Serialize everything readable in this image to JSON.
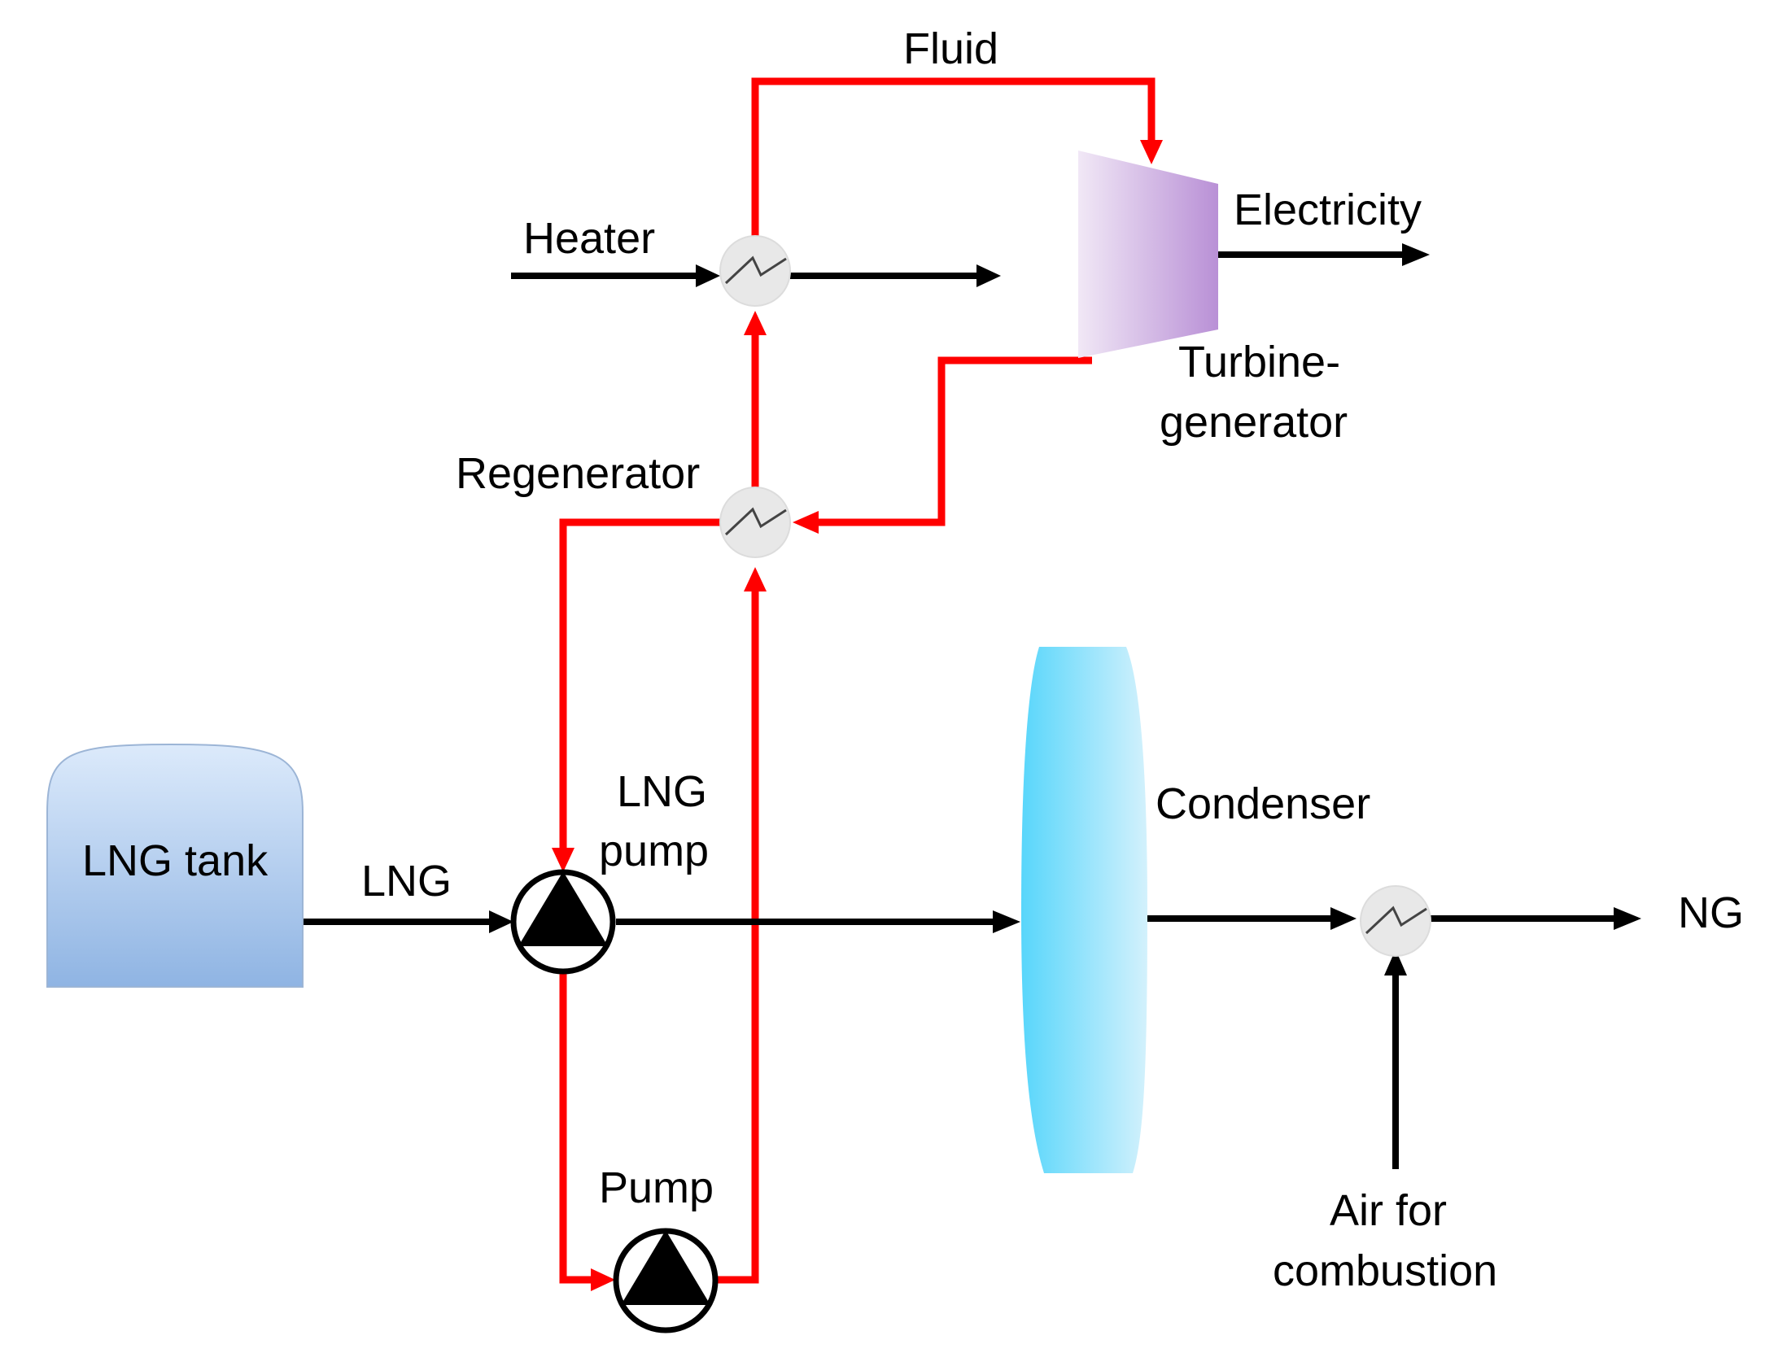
{
  "labels": {
    "fluid": "Fluid",
    "heater": "Heater",
    "electricity": "Electricity",
    "turbine_line1": "Turbine-",
    "turbine_line2": "generator",
    "regenerator": "Regenerator",
    "lng_tank": "LNG tank",
    "lng": "LNG",
    "lng_pump_line1": "LNG",
    "lng_pump_line2": "pump",
    "condenser": "Condenser",
    "ng": "NG",
    "pump": "Pump",
    "air_line1": "Air for",
    "air_line2": "combustion"
  },
  "colors": {
    "working_fluid_stream": "#ff0000",
    "lng_stream": "#000000",
    "tank_fill": "#a8c8ee",
    "turbine_fill": "#c6a8de",
    "condenser_fill": "#7fdcff",
    "heat_exchanger_fill": "#e8e8e8"
  }
}
